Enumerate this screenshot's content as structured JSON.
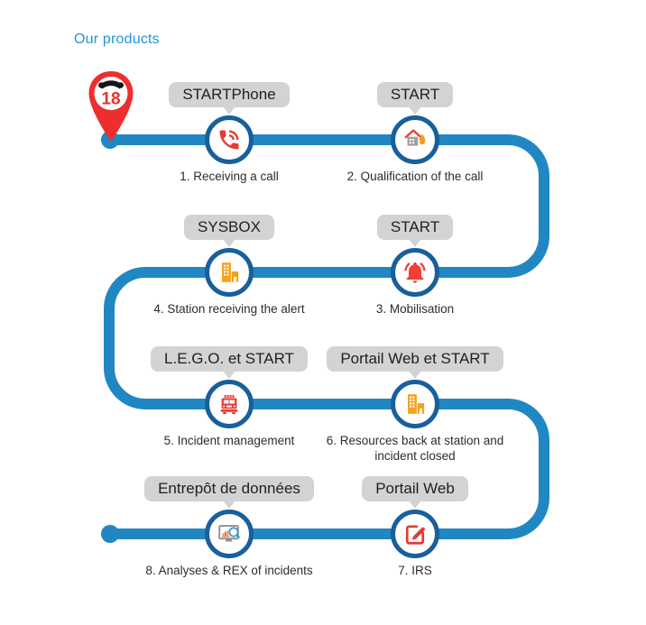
{
  "page": {
    "title": "Our products"
  },
  "colors": {
    "title_blue": "#2196d6",
    "line_blue": "#2187c3",
    "node_ring_blue": "#185f9b",
    "bubble_gray": "#d3d3d3",
    "pin_red": "#ee2e2e",
    "icon_red": "#e8392f",
    "icon_orange": "#f7a01c",
    "icon_gray": "#8f8f8f"
  },
  "pin": {
    "label": "18",
    "icon": "phone-handset-icon"
  },
  "steps": [
    {
      "id": 1,
      "product": "STARTPhone",
      "caption": "1. Receiving a call",
      "icon": "phone-call-icon"
    },
    {
      "id": 2,
      "product": "START",
      "caption": "2. Qualification of the call",
      "icon": "house-fire-icon"
    },
    {
      "id": 3,
      "product": "START",
      "caption": "3. Mobilisation",
      "icon": "alarm-bell-icon"
    },
    {
      "id": 4,
      "product": "SYSBOX",
      "caption": "4. Station receiving the alert",
      "icon": "station-buildings-icon"
    },
    {
      "id": 5,
      "product": "L.E.G.O. et START",
      "caption": "5. Incident management",
      "icon": "fire-truck-icon"
    },
    {
      "id": 6,
      "product": "Portail Web et START",
      "caption": "6. Resources back at station and incident closed",
      "icon": "station-buildings-icon"
    },
    {
      "id": 7,
      "product": "Portail Web",
      "caption": "7. IRS",
      "icon": "edit-report-icon"
    },
    {
      "id": 8,
      "product": "Entrepôt de données",
      "caption": "8. Analyses & REX of incidents",
      "icon": "analytics-monitor-icon"
    }
  ]
}
